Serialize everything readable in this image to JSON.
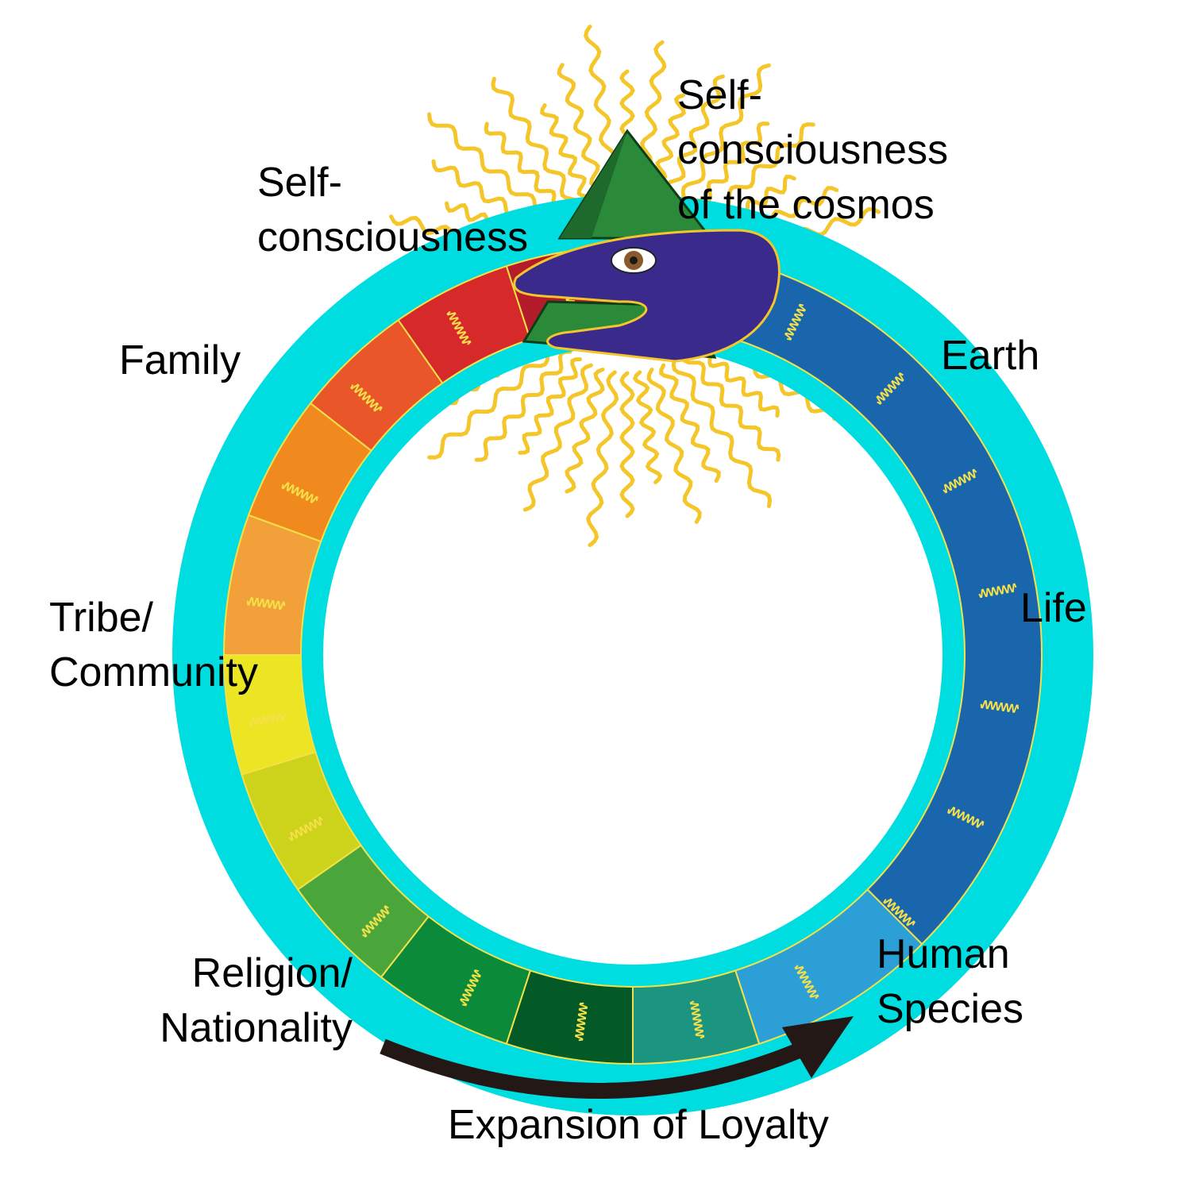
{
  "diagram": {
    "labels": {
      "self_consciousness": [
        "Self-",
        "consciousness"
      ],
      "self_consciousness_cosmos": [
        "Self-",
        "consciousness",
        "of the cosmos"
      ],
      "family": "Family",
      "earth": "Earth",
      "tribe_community": [
        "Tribe/",
        "Community"
      ],
      "life": "Life",
      "religion_nationality": [
        "Religion/",
        "Nationality"
      ],
      "human_species": [
        "Human",
        "Species"
      ],
      "expansion_of_loyalty": "Expansion of Loyalty"
    },
    "colors": {
      "ring_outer": "#00dde0",
      "snake_head": "#3a2a8c",
      "pyramid": "#2a8a3a",
      "sun_rays": "#f5c62a",
      "arrow": "#231815",
      "segments": [
        "#1a66ad",
        "#2b9fd6",
        "#1b9480",
        "#045a27",
        "#0b8a3a",
        "#4aa53a",
        "#cdd21a",
        "#ece524",
        "#f2a13a",
        "#f08a1e",
        "#e8562a",
        "#d62a2a",
        "#b51c2b",
        "#6a2a8a"
      ]
    }
  }
}
